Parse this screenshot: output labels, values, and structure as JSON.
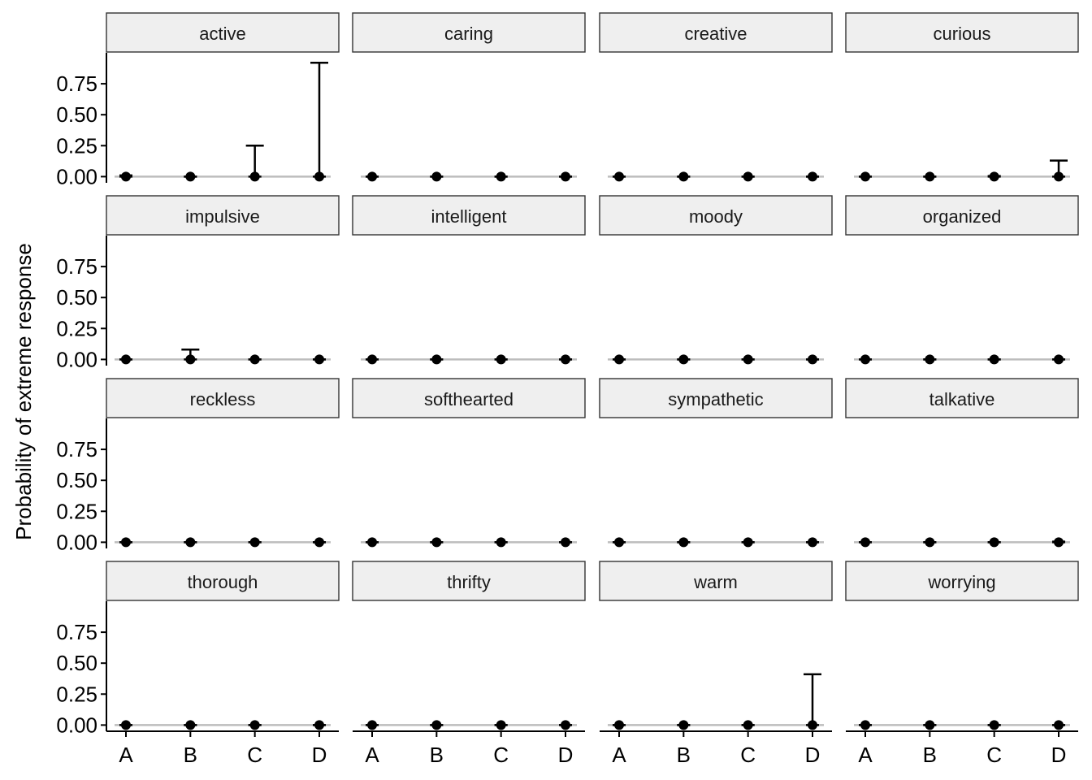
{
  "chart_data": {
    "type": "scatter",
    "layout": "facet-grid 4x4",
    "ylabel": "Probability of extreme response",
    "xlabel": "",
    "categories": [
      "A",
      "B",
      "C",
      "D"
    ],
    "yticks": [
      0.0,
      0.25,
      0.5,
      0.75
    ],
    "ytick_labels": [
      "0.00",
      "0.25",
      "0.50",
      "0.75"
    ],
    "ylim": [
      -0.05,
      1.0
    ],
    "reference_line_y": 0.0,
    "reference_line_color": "#bdbdbd",
    "point_color": "#000000",
    "strip_fill": "#efefef",
    "panels": [
      {
        "name": "active",
        "values": [
          0,
          0,
          0,
          0
        ],
        "upper": [
          0.01,
          0.0,
          0.25,
          0.92
        ]
      },
      {
        "name": "caring",
        "values": [
          0,
          0,
          0,
          0
        ],
        "upper": [
          0,
          0,
          0,
          0
        ]
      },
      {
        "name": "creative",
        "values": [
          0,
          0,
          0,
          0
        ],
        "upper": [
          0,
          0,
          0,
          0
        ]
      },
      {
        "name": "curious",
        "values": [
          0,
          0,
          0,
          0
        ],
        "upper": [
          0,
          0,
          0.005,
          0.13
        ]
      },
      {
        "name": "impulsive",
        "values": [
          0,
          0,
          0,
          0
        ],
        "upper": [
          0,
          0.08,
          0,
          0
        ]
      },
      {
        "name": "intelligent",
        "values": [
          0,
          0,
          0,
          0
        ],
        "upper": [
          0,
          0,
          0,
          0
        ]
      },
      {
        "name": "moody",
        "values": [
          0,
          0,
          0,
          0
        ],
        "upper": [
          0,
          0,
          0,
          0
        ]
      },
      {
        "name": "organized",
        "values": [
          0,
          0,
          0,
          0
        ],
        "upper": [
          0,
          0,
          0,
          0
        ]
      },
      {
        "name": "reckless",
        "values": [
          0,
          0,
          0,
          0
        ],
        "upper": [
          0,
          0,
          0,
          0
        ]
      },
      {
        "name": "softhearted",
        "values": [
          0,
          0,
          0,
          0
        ],
        "upper": [
          0,
          0,
          0,
          0
        ]
      },
      {
        "name": "sympathetic",
        "values": [
          0,
          0,
          0,
          0
        ],
        "upper": [
          0,
          0,
          0,
          0
        ]
      },
      {
        "name": "talkative",
        "values": [
          0,
          0,
          0,
          0
        ],
        "upper": [
          0,
          0,
          0,
          0.005
        ]
      },
      {
        "name": "thorough",
        "values": [
          0,
          0,
          0,
          0
        ],
        "upper": [
          0,
          0,
          0,
          0
        ]
      },
      {
        "name": "thrifty",
        "values": [
          0,
          0,
          0,
          0
        ],
        "upper": [
          0,
          0,
          0,
          0
        ]
      },
      {
        "name": "warm",
        "values": [
          0,
          0,
          0,
          0
        ],
        "upper": [
          0,
          0,
          0,
          0.41
        ]
      },
      {
        "name": "worrying",
        "values": [
          0,
          0,
          0,
          0
        ],
        "upper": [
          0,
          0,
          0,
          0
        ]
      }
    ]
  }
}
